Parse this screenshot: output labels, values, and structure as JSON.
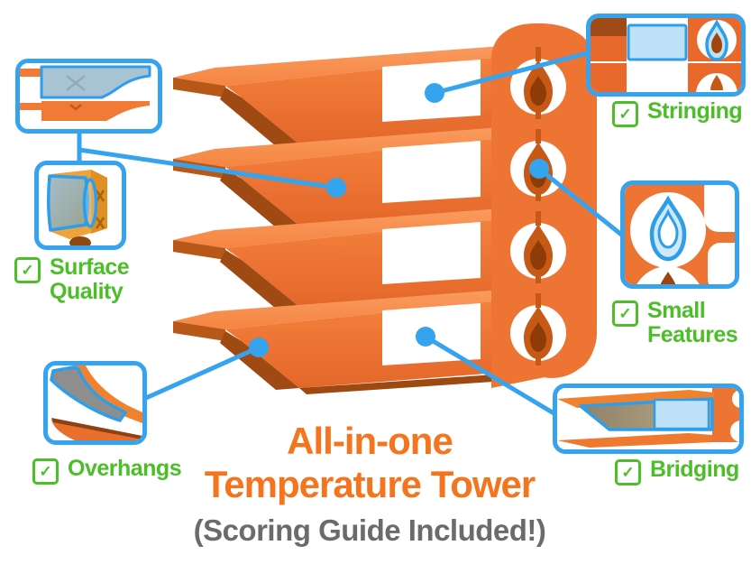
{
  "title": {
    "line1": "All-in-one",
    "line2": "Temperature Tower",
    "subtitle": "(Scoring Guide Included!)"
  },
  "labels": {
    "surface_quality": {
      "line1": "Surface",
      "line2": "Quality"
    },
    "overhangs": {
      "line1": "Overhangs",
      "line2": ""
    },
    "stringing": {
      "line1": "Stringing",
      "line2": ""
    },
    "small_features": {
      "line1": "Small",
      "line2": "Features"
    },
    "bridging": {
      "line1": "Bridging",
      "line2": ""
    }
  },
  "icons": {
    "check_icon": "✓",
    "flame_icon": "flame cutout in tower column",
    "callout_dot": "blue anchor dot"
  },
  "colors": {
    "callout_blue": "#36A3EF",
    "highlight_blue_fill": "#BDE2F8",
    "check_green": "#4CBE27",
    "title_orange": "#F5751E",
    "subtitle_gray": "#6A6B6D",
    "tower_orange": "#EE7434",
    "tower_orange_light": "#F78E4D",
    "tower_orange_dark": "#A04A13",
    "overhang_gray": "#8E8E8E",
    "bridge_tan": "#B3A383"
  }
}
